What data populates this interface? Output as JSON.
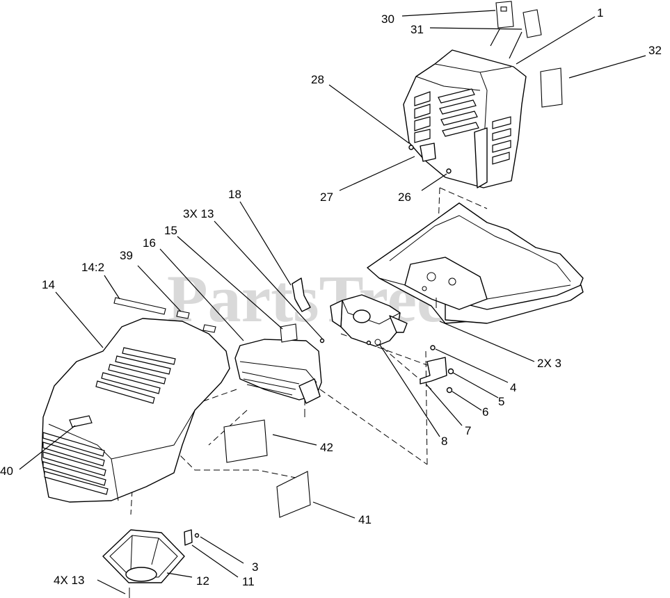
{
  "watermark": {
    "text": "PartsTree",
    "mark": "TM"
  },
  "callouts": {
    "c1": "1",
    "c30": "30",
    "c31": "31",
    "c32": "32",
    "c28": "28",
    "c27": "27",
    "c26": "26",
    "c18": "18",
    "c3x13": "3X 13",
    "c15": "15",
    "c16": "16",
    "c39": "39",
    "c14_2": "14:2",
    "c14": "14",
    "c2x3": "2X 3",
    "c4": "4",
    "c5": "5",
    "c6": "6",
    "c7": "7",
    "c8": "8",
    "c40": "40",
    "c42": "42",
    "c41": "41",
    "c3": "3",
    "c11": "11",
    "c12": "12",
    "c4x13": "4X 13"
  }
}
